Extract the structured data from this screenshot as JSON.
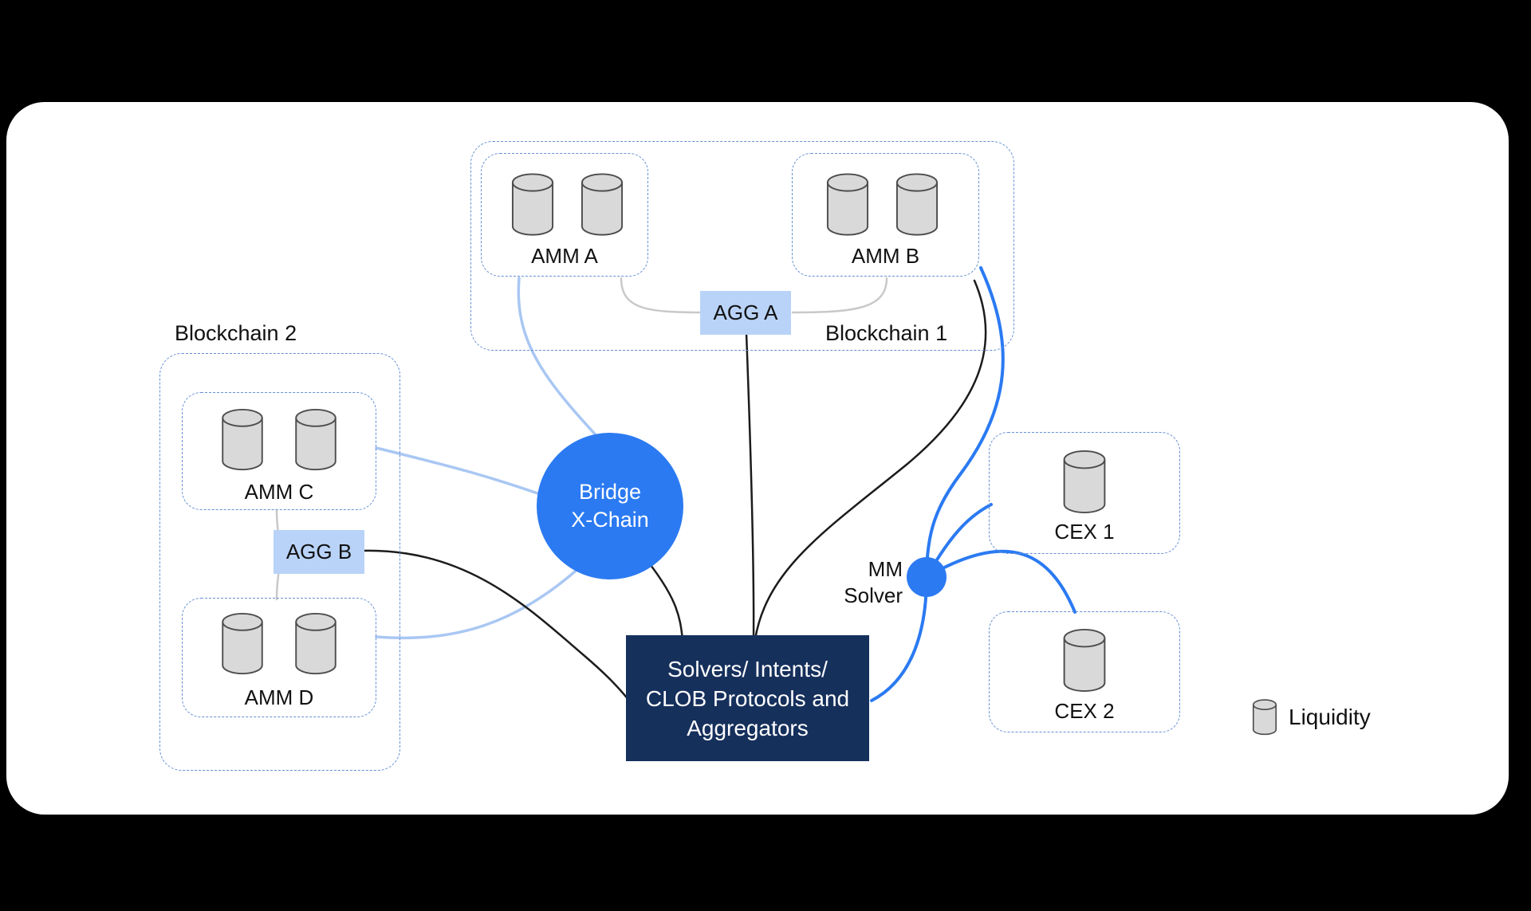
{
  "colors": {
    "background": "#000000",
    "card_bg": "#ffffff",
    "dashed_border": "#6590d5",
    "accent_blue": "#2b7af2",
    "light_blue_line": "#a9c7f3",
    "navy_box": "#16305c",
    "agg_fill": "#b9d3f8",
    "gray_line": "#c9c9c9",
    "black_line": "#1c1c1c",
    "cylinder_fill": "#d9d9d9",
    "cylinder_stroke": "#4d4d4d",
    "text": "#111111"
  },
  "nodes": {
    "blockchain1": "Blockchain 1",
    "blockchain2": "Blockchain 2",
    "amm_a": "AMM A",
    "amm_b": "AMM B",
    "amm_c": "AMM C",
    "amm_d": "AMM D",
    "agg_a": "AGG A",
    "agg_b": "AGG B",
    "bridge_line1": "Bridge",
    "bridge_line2": "X-Chain",
    "solvers_line1": "Solvers/ Intents/",
    "solvers_line2": "CLOB Protocols and",
    "solvers_line3": "Aggregators",
    "mm_line1": "MM",
    "mm_line2": "Solver",
    "cex1": "CEX 1",
    "cex2": "CEX 2",
    "legend_liquidity": "Liquidity"
  }
}
